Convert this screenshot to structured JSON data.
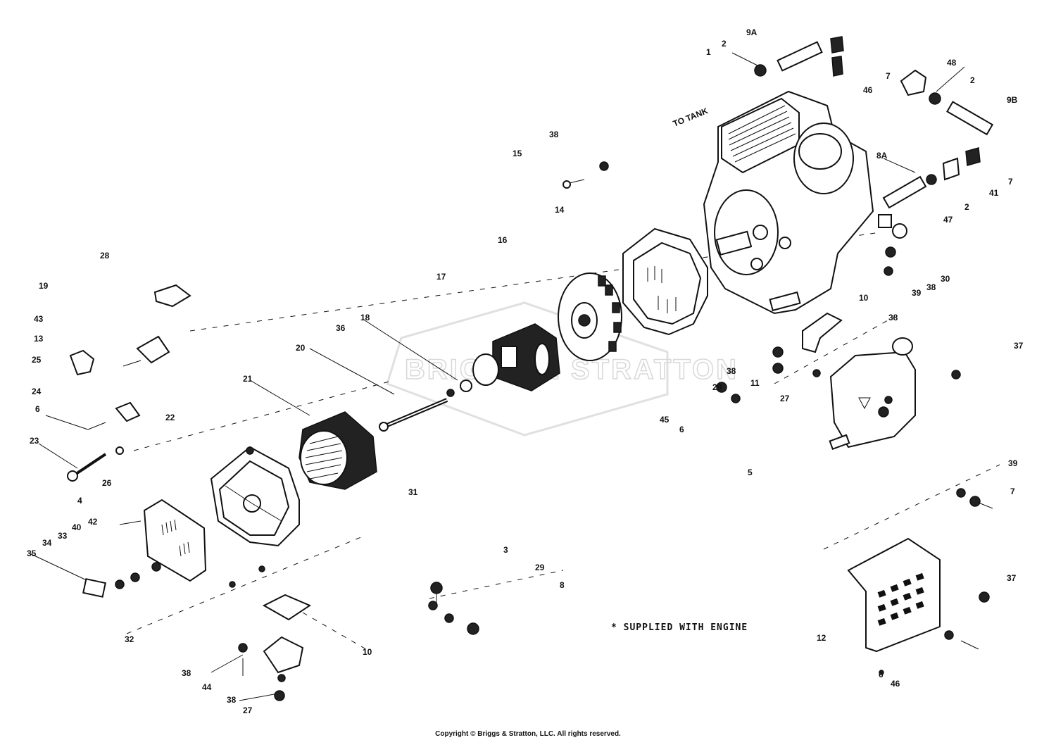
{
  "callouts": [
    {
      "text": "1"
    },
    {
      "text": "2"
    },
    {
      "text": "9A"
    },
    {
      "text": "TO TANK"
    },
    {
      "text": "48"
    },
    {
      "text": "7"
    },
    {
      "text": "2"
    },
    {
      "text": "46"
    },
    {
      "text": "9B"
    },
    {
      "text": "38"
    },
    {
      "text": "15"
    },
    {
      "text": "14"
    },
    {
      "text": "16"
    },
    {
      "text": "17"
    },
    {
      "text": "8A"
    },
    {
      "text": "7"
    },
    {
      "text": "41"
    },
    {
      "text": "2"
    },
    {
      "text": "47"
    },
    {
      "text": "28"
    },
    {
      "text": "19"
    },
    {
      "text": "43"
    },
    {
      "text": "13"
    },
    {
      "text": "25"
    },
    {
      "text": "24"
    },
    {
      "text": "6"
    },
    {
      "text": "23"
    },
    {
      "text": "26"
    },
    {
      "text": "22"
    },
    {
      "text": "21"
    },
    {
      "text": "20"
    },
    {
      "text": "36"
    },
    {
      "text": "18"
    },
    {
      "text": "39"
    },
    {
      "text": "38"
    },
    {
      "text": "30"
    },
    {
      "text": "10"
    },
    {
      "text": "38"
    },
    {
      "text": "37"
    },
    {
      "text": "38"
    },
    {
      "text": "11"
    },
    {
      "text": "29"
    },
    {
      "text": "27"
    },
    {
      "text": "45"
    },
    {
      "text": "6"
    },
    {
      "text": "5"
    },
    {
      "text": "31"
    },
    {
      "text": "4"
    },
    {
      "text": "42"
    },
    {
      "text": "40"
    },
    {
      "text": "33"
    },
    {
      "text": "34"
    },
    {
      "text": "35"
    },
    {
      "text": "3"
    },
    {
      "text": "29"
    },
    {
      "text": "8"
    },
    {
      "text": "32"
    },
    {
      "text": "10"
    },
    {
      "text": "38"
    },
    {
      "text": "44"
    },
    {
      "text": "38"
    },
    {
      "text": "27"
    },
    {
      "text": "39"
    },
    {
      "text": "7"
    },
    {
      "text": "37"
    },
    {
      "text": "12"
    },
    {
      "text": "6"
    },
    {
      "text": "46"
    }
  ],
  "note": "* SUPPLIED WITH ENGINE",
  "watermark": "BRIGGS & STRATTON",
  "copyright": "Copyright © Briggs & Stratton, LLC. All rights reserved."
}
